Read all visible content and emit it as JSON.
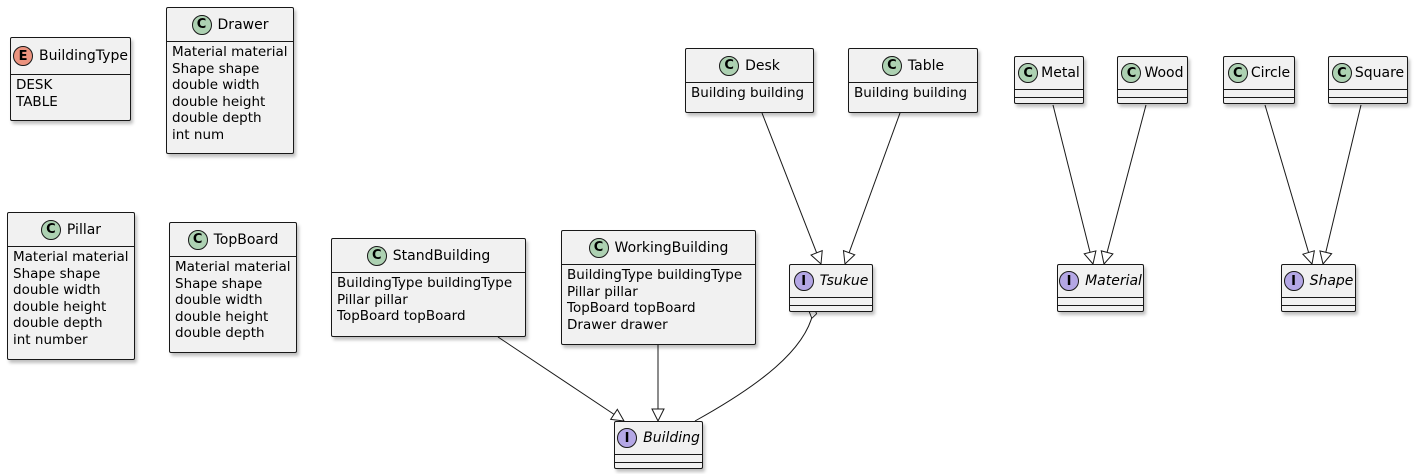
{
  "diagram": {
    "nodes": {
      "building_type": {
        "stereotype": "E",
        "name": "BuildingType",
        "attributes": [
          "DESK",
          "TABLE"
        ]
      },
      "drawer": {
        "stereotype": "C",
        "name": "Drawer",
        "attributes": [
          "Material material",
          "Shape shape",
          "double width",
          "double height",
          "double depth",
          "int num"
        ]
      },
      "pillar": {
        "stereotype": "C",
        "name": "Pillar",
        "attributes": [
          "Material material",
          "Shape shape",
          "double width",
          "double height",
          "double depth",
          "int number"
        ]
      },
      "top_board": {
        "stereotype": "C",
        "name": "TopBoard",
        "attributes": [
          "Material material",
          "Shape shape",
          "double width",
          "double height",
          "double depth"
        ]
      },
      "stand_building": {
        "stereotype": "C",
        "name": "StandBuilding",
        "attributes": [
          "BuildingType buildingType",
          "Pillar pillar",
          "TopBoard topBoard"
        ]
      },
      "working_building": {
        "stereotype": "C",
        "name": "WorkingBuilding",
        "attributes": [
          "BuildingType buildingType",
          "Pillar pillar",
          "TopBoard topBoard",
          "Drawer drawer"
        ]
      },
      "desk": {
        "stereotype": "C",
        "name": "Desk",
        "attributes": [
          "Building building"
        ]
      },
      "table": {
        "stereotype": "C",
        "name": "Table",
        "attributes": [
          "Building building"
        ]
      },
      "tsukue": {
        "stereotype": "I",
        "name": "Tsukue",
        "attributes": []
      },
      "building": {
        "stereotype": "I",
        "name": "Building",
        "attributes": []
      },
      "metal": {
        "stereotype": "C",
        "name": "Metal",
        "attributes": []
      },
      "wood": {
        "stereotype": "C",
        "name": "Wood",
        "attributes": []
      },
      "material": {
        "stereotype": "I",
        "name": "Material",
        "attributes": []
      },
      "circle": {
        "stereotype": "C",
        "name": "Circle",
        "attributes": []
      },
      "square": {
        "stereotype": "C",
        "name": "Square",
        "attributes": []
      },
      "shape": {
        "stereotype": "I",
        "name": "Shape",
        "attributes": []
      }
    },
    "edges": [
      {
        "from": "desk",
        "to": "tsukue",
        "type": "realization"
      },
      {
        "from": "table",
        "to": "tsukue",
        "type": "realization"
      },
      {
        "from": "stand_building",
        "to": "building",
        "type": "realization"
      },
      {
        "from": "working_building",
        "to": "building",
        "type": "realization"
      },
      {
        "from": "tsukue",
        "to": "building",
        "type": "aggregation"
      },
      {
        "from": "metal",
        "to": "material",
        "type": "realization"
      },
      {
        "from": "wood",
        "to": "material",
        "type": "realization"
      },
      {
        "from": "circle",
        "to": "shape",
        "type": "realization"
      },
      {
        "from": "square",
        "to": "shape",
        "type": "realization"
      }
    ],
    "colors": {
      "class_badge": "#add1b2",
      "enum_badge": "#eb937f",
      "interface_badge": "#b4a7e5",
      "node_fill": "#f1f1f1",
      "stroke": "#181818"
    }
  }
}
